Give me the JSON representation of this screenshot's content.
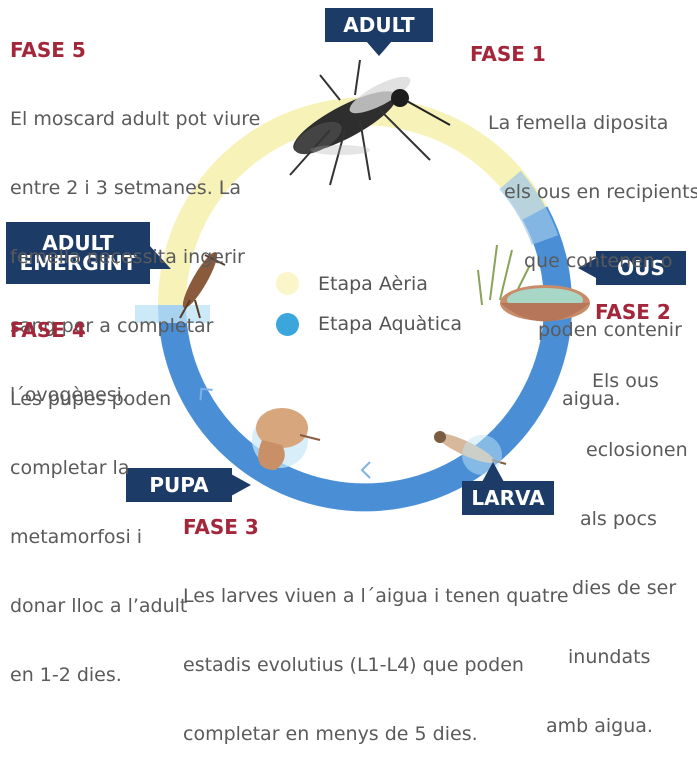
{
  "labels": {
    "adult": "ADULT",
    "ous": "OUS",
    "larva": "LARVA",
    "pupa": "PUPA",
    "adult_emergint_1": "ADULT",
    "adult_emergint_2": "EMERGINT"
  },
  "legend": {
    "aeria": "Etapa Aèria",
    "aquatica": "Etapa Aquàtica"
  },
  "phases": {
    "fase1": {
      "title": "FASE 1",
      "lines": [
        "La femella diposita",
        "els ous en recipients",
        "que contenen o",
        "poden contenir",
        "aigua."
      ]
    },
    "fase2": {
      "title": "FASE 2",
      "lines": [
        "Els ous",
        "eclosionen",
        "als pocs",
        "dies de ser",
        "inundats",
        "amb aigua."
      ]
    },
    "fase3": {
      "title": "FASE 3",
      "lines": [
        "Les larves viuen a l´aigua i tenen quatre",
        "estadis evolutius (L1-L4) que poden",
        "completar en menys de 5 dies."
      ]
    },
    "fase4": {
      "title": "FASE 4",
      "lines": [
        "Les pupes poden",
        "completar la",
        "metamorfosi i",
        "donar lloc a l’adult",
        "en 1-2 dies."
      ]
    },
    "fase5": {
      "title": "FASE 5",
      "lines": [
        "El moscard adult pot viure",
        "entre 2 i 3 setmanes. La",
        "femella necessita ingerir",
        "sang per a completar",
        "l´ovogènesi."
      ]
    }
  },
  "colors": {
    "label_bg": "#1c3b67",
    "phase_title": "#a3263b",
    "aeria": "#fbf6c9",
    "aquatica": "#3aa6dc",
    "ring_blue": "#4a8fd6",
    "ring_yellow": "#f7f2b8"
  },
  "icons": [
    "mosquito-adult-icon",
    "egg-dish-icon",
    "larva-icon",
    "pupa-icon",
    "emerging-adult-icon"
  ]
}
